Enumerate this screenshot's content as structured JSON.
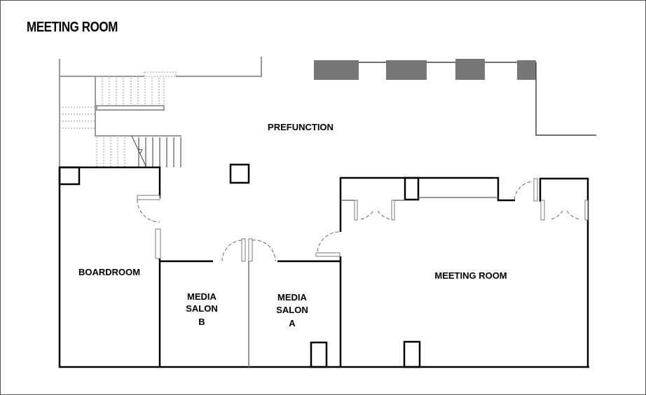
{
  "title": "MEETING ROOM",
  "rooms": {
    "prefunction": "PREFUNCTION",
    "boardroom": "BOARDROOM",
    "media_salon_b": [
      "MEDIA",
      "SALON",
      "B"
    ],
    "media_salon_a": [
      "MEDIA",
      "SALON",
      "A"
    ],
    "meeting_room": "MEETING ROOM"
  },
  "colors": {
    "walls": "#000000",
    "secondary_walls": "#999999",
    "windows": "#777777"
  }
}
